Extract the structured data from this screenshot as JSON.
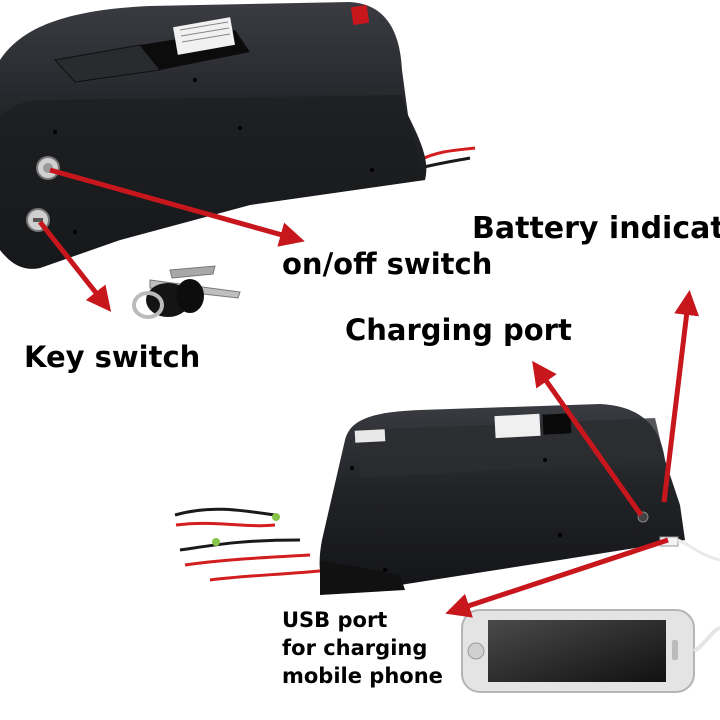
{
  "labels": {
    "on_off_switch": "on/off switch",
    "key_switch": "Key switch",
    "battery_indicator": "Battery indicato",
    "charging_port": "Charging port",
    "usb_port": [
      "USB port",
      "for charging",
      "mobile phone"
    ]
  },
  "colors": {
    "arrow": "#c8161d",
    "battery_body": "#1c1d20",
    "battery_highlight": "#3a3c42",
    "wire_red": "#d21e1e",
    "wire_black": "#1a1a1a",
    "phone_silver": "#d9d9d9"
  }
}
